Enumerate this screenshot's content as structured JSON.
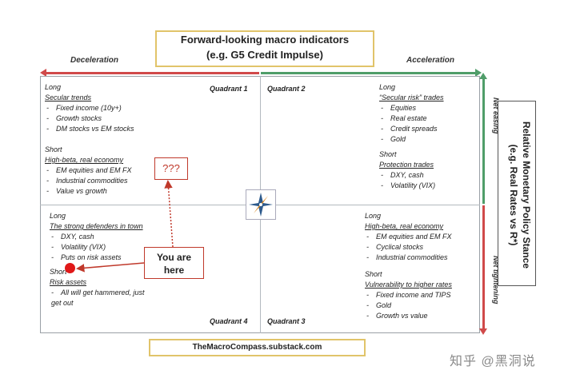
{
  "header": {
    "title_line1": "Forward-looking macro indicators",
    "title_line2": "(e.g. G5 Credit Impulse)"
  },
  "axis": {
    "left_label": "Deceleration",
    "right_label": "Acceleration",
    "net_easing": "Net easing",
    "net_tightening": "Net tightening",
    "right_title_line1": "Relative Monetary Policy Stance",
    "right_title_line2": "(e.g. Real Rates vs R*)"
  },
  "colors": {
    "red": "#d04a4a",
    "green": "#4f9d69",
    "gold": "#e1c46a"
  },
  "quadrants": {
    "q1": {
      "label": "Quadrant 1",
      "long_title": "Long",
      "long_sub": "Secular trends",
      "long_items": [
        "Fixed income (10y+)",
        "Growth stocks",
        "DM stocks vs EM stocks"
      ],
      "short_title": "Short",
      "short_sub": "High-beta, real economy",
      "short_items": [
        "EM equities and EM FX",
        "Industrial commodities",
        "Value vs growth"
      ]
    },
    "q2": {
      "label": "Quadrant 2",
      "long_title": "Long",
      "long_sub": "“Secular risk” trades",
      "long_items": [
        "Equities",
        "Real estate",
        "Credit spreads",
        "Gold"
      ],
      "short_title": "Short",
      "short_sub": "Protection trades",
      "short_items": [
        "DXY, cash",
        "Volatility (VIX)"
      ]
    },
    "q3": {
      "label": "Quadrant 3",
      "long_title": "Long",
      "long_sub": "High-beta, real economy",
      "long_items": [
        "EM equities and EM FX",
        "Cyclical stocks",
        "Industrial commodities"
      ],
      "short_title": "Short",
      "short_sub": "Vulnerability to higher rates",
      "short_items": [
        "Fixed income and TIPS",
        "Gold",
        "Growth vs value"
      ]
    },
    "q4": {
      "label": "Quadrant 4",
      "long_title": "Long",
      "long_sub": "The strong defenders in town",
      "long_items": [
        "DXY, cash",
        "Volatility (VIX)",
        "Puts on risk assets"
      ],
      "short_title": "Short",
      "short_sub": "Risk assets",
      "short_items": [
        "All will get hammered, just get out"
      ]
    }
  },
  "callouts": {
    "question": "???",
    "here_line1": "You are",
    "here_line2": "here"
  },
  "footer": {
    "site": "TheMacroCompass.substack.com"
  },
  "watermark": "知乎 @黑洞说"
}
